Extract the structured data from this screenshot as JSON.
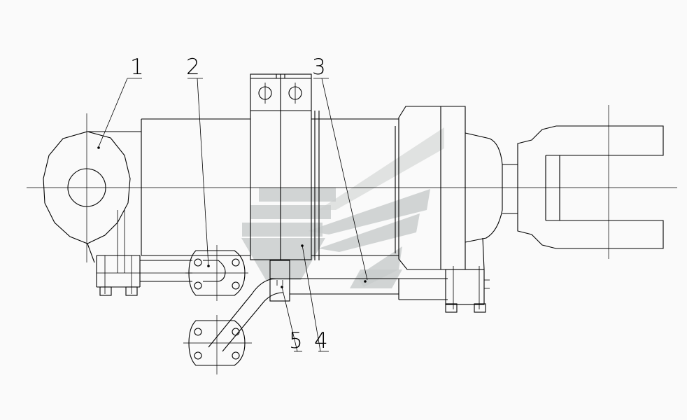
{
  "callouts": [
    {
      "label": "1"
    },
    {
      "label": "2"
    },
    {
      "label": "3"
    },
    {
      "label": "4"
    },
    {
      "label": "5"
    }
  ],
  "colors": {
    "background": "#fafafa",
    "line": "#000000",
    "watermark": "#c9cdcc"
  }
}
